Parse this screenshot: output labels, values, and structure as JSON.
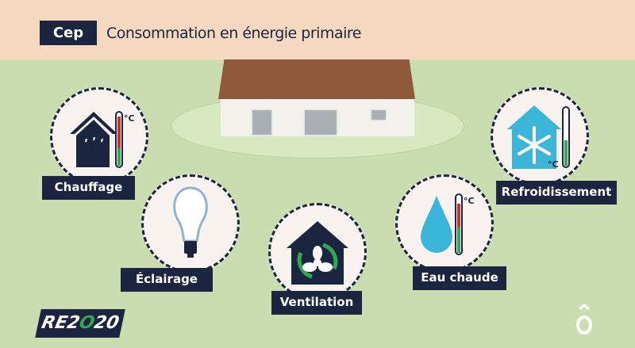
{
  "header": {
    "badge": "Cep",
    "title": "Consommation en énergie primaire"
  },
  "items": [
    {
      "label": "Chauffage",
      "icon": "heating-house-thermometer-icon"
    },
    {
      "label": "Éclairage",
      "icon": "light-bulb-icon"
    },
    {
      "label": "Ventilation",
      "icon": "ventilation-fan-house-icon"
    },
    {
      "label": "Eau chaude",
      "icon": "water-drop-thermometer-icon"
    },
    {
      "label": "Refroidissement",
      "icon": "snowflake-house-thermometer-icon"
    }
  ],
  "thermo_unit": "°C",
  "logo": {
    "text_a": "RE2",
    "text_o": "O",
    "text_b": "20"
  },
  "colors": {
    "navy": "#1b2540",
    "green_bg": "#c9ddb0",
    "peach": "#f4d8bf",
    "blue": "#3bb5d8",
    "red": "#c9302c",
    "green": "#2fa84f"
  }
}
